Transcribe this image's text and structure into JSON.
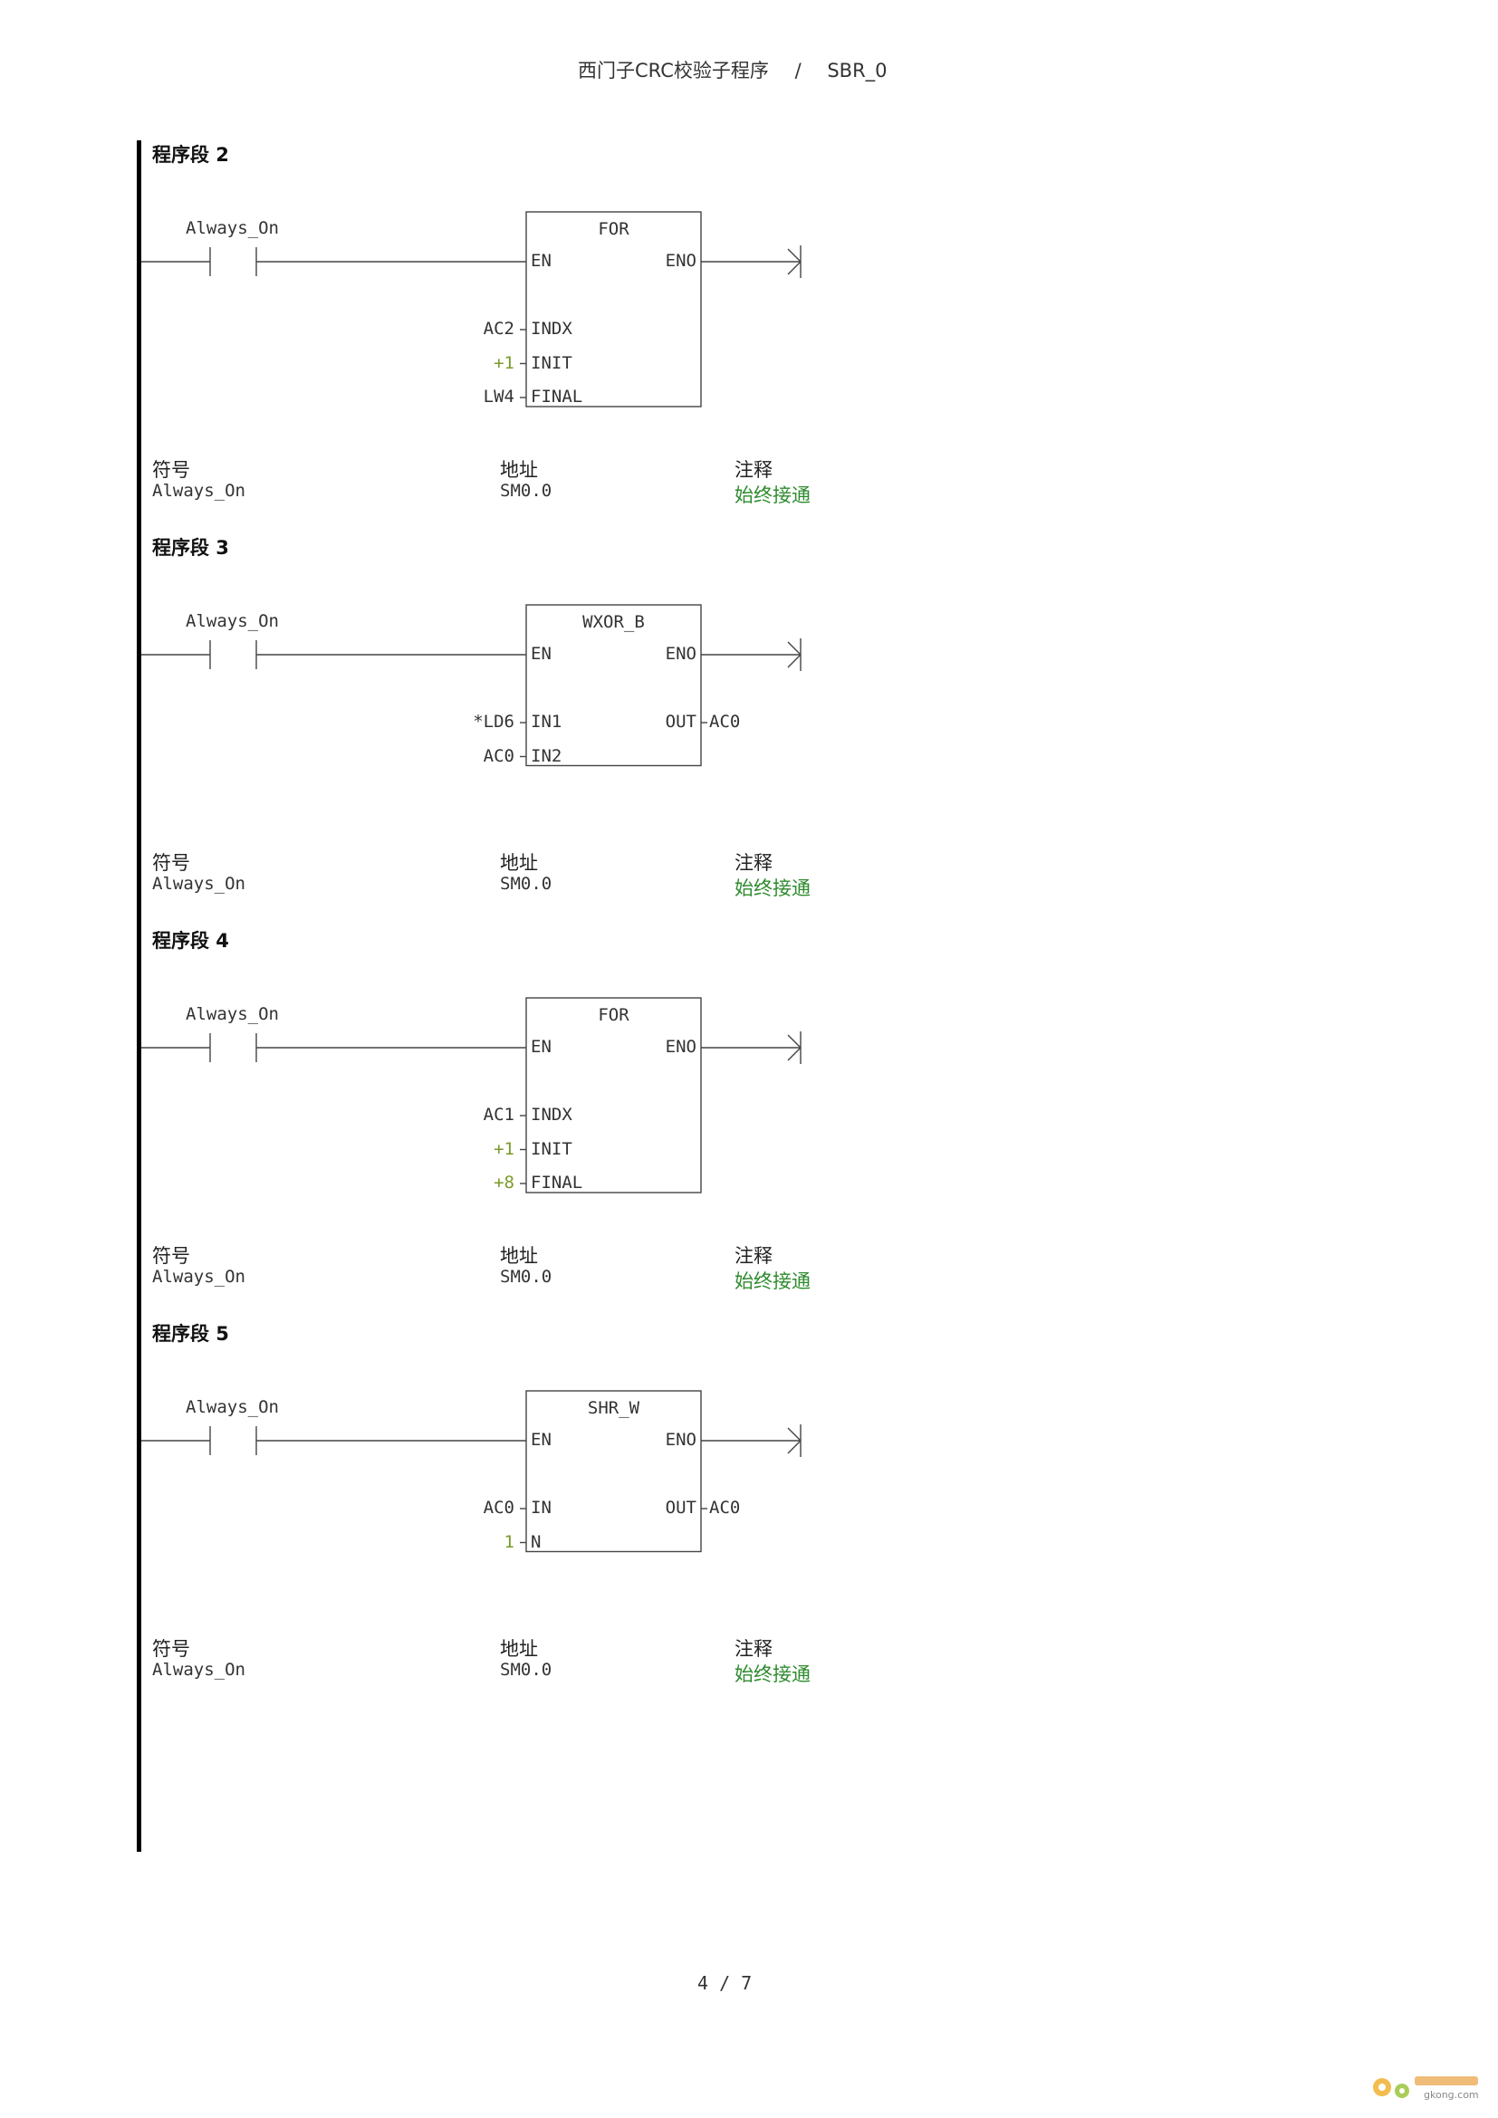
{
  "header": {
    "title": "西门子CRC校验子程序",
    "separator": "/",
    "block": "SBR_0"
  },
  "segments": [
    {
      "title": "程序段 2",
      "contact_label": "Always_On",
      "box_title": "FOR",
      "en": "EN",
      "eno": "ENO",
      "inputs": [
        {
          "operand": "AC2",
          "pin": "INDX",
          "constant": false
        },
        {
          "operand": "+1",
          "pin": "INIT",
          "constant": true
        },
        {
          "operand": "LW4",
          "pin": "FINAL",
          "constant": false
        }
      ],
      "outputs": [],
      "symbol_table": {
        "headers": [
          "符号",
          "地址",
          "注释"
        ],
        "row": [
          "Always_On",
          "SM0.0",
          "始终接通"
        ]
      }
    },
    {
      "title": "程序段 3",
      "contact_label": "Always_On",
      "box_title": "WXOR_B",
      "en": "EN",
      "eno": "ENO",
      "inputs": [
        {
          "operand": "*LD6",
          "pin": "IN1",
          "constant": false
        },
        {
          "operand": "AC0",
          "pin": "IN2",
          "constant": false
        }
      ],
      "outputs": [
        {
          "pin": "OUT",
          "operand": "AC0"
        }
      ],
      "symbol_table": {
        "headers": [
          "符号",
          "地址",
          "注释"
        ],
        "row": [
          "Always_On",
          "SM0.0",
          "始终接通"
        ]
      }
    },
    {
      "title": "程序段 4",
      "contact_label": "Always_On",
      "box_title": "FOR",
      "en": "EN",
      "eno": "ENO",
      "inputs": [
        {
          "operand": "AC1",
          "pin": "INDX",
          "constant": false
        },
        {
          "operand": "+1",
          "pin": "INIT",
          "constant": true
        },
        {
          "operand": "+8",
          "pin": "FINAL",
          "constant": true
        }
      ],
      "outputs": [],
      "symbol_table": {
        "headers": [
          "符号",
          "地址",
          "注释"
        ],
        "row": [
          "Always_On",
          "SM0.0",
          "始终接通"
        ]
      }
    },
    {
      "title": "程序段 5",
      "contact_label": "Always_On",
      "box_title": "SHR_W",
      "en": "EN",
      "eno": "ENO",
      "inputs": [
        {
          "operand": "AC0",
          "pin": "IN",
          "constant": false
        },
        {
          "operand": "1",
          "pin": "N",
          "constant": true
        }
      ],
      "outputs": [
        {
          "pin": "OUT",
          "operand": "AC0"
        }
      ],
      "symbol_table": {
        "headers": [
          "符号",
          "地址",
          "注释"
        ],
        "row": [
          "Always_On",
          "SM0.0",
          "始终接通"
        ]
      }
    }
  ],
  "footer": {
    "page": "4 / 7"
  },
  "watermark": {
    "icon": "gear-logo-icon",
    "text": "gkong.com"
  }
}
